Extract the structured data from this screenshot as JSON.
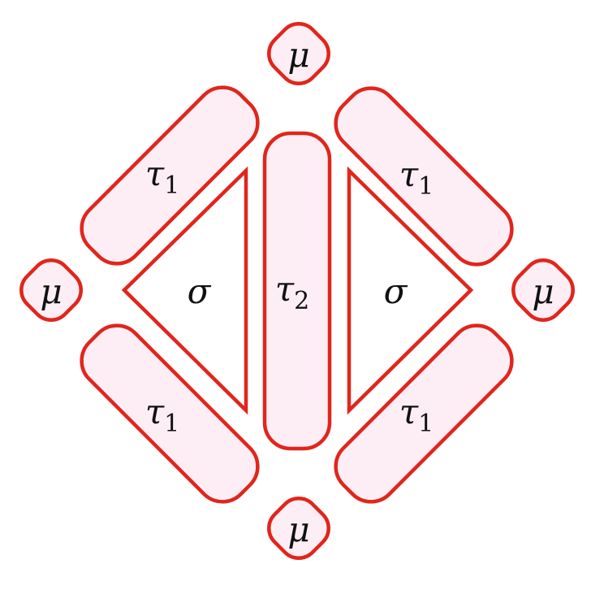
{
  "diagram": {
    "labels": {
      "mu": "μ",
      "sigma": "σ",
      "tau": "τ",
      "sub_one": "1",
      "sub_two": "2"
    },
    "colors": {
      "stroke": "#e0261c",
      "fill": "#fdeef5",
      "triangle_fill": "#ffffff",
      "text": "#111111"
    }
  }
}
